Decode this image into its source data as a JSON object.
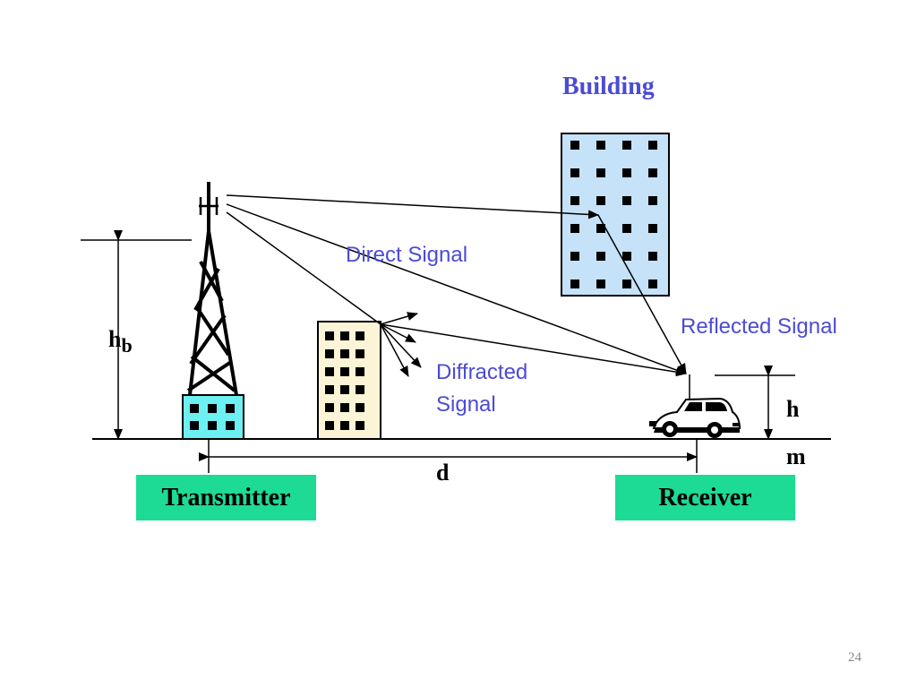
{
  "labels": {
    "building": "Building",
    "direct_signal": "Direct Signal",
    "reflected_signal": "Reflected Signal",
    "diffracted_line1": "Diffracted",
    "diffracted_line2": "Signal",
    "hb_main": "h",
    "hb_sub": "b",
    "h": "h",
    "m": "m",
    "d": "d",
    "transmitter": "Transmitter",
    "receiver": "Receiver"
  },
  "page_number": "24",
  "colors": {
    "label_text": "#4b4bd6",
    "label_box": "#1ddb95",
    "tall_building": "#c5e2f9",
    "small_building": "#fbf4d7",
    "tower_base": "#6cf0f2"
  }
}
